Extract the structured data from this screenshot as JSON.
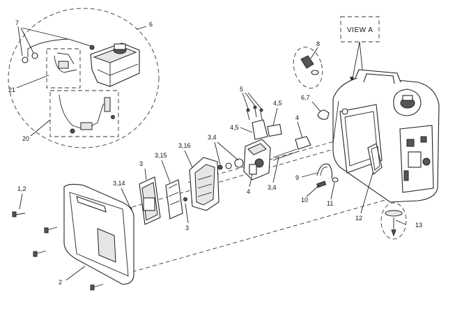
{
  "view_label": "VIEW A",
  "callouts": {
    "c1_2": "1,2",
    "c2": "2",
    "c3a": "3",
    "c3b": "3",
    "c3_14": "3,14",
    "c3_15": "3,15",
    "c3_16": "3,16",
    "c3_4a": "3,4",
    "c3_4b": "3,4",
    "c4a": "4",
    "c4b": "4",
    "c4_5a": "4,5",
    "c4_5b": "4,5",
    "c5": "5",
    "c6": "6",
    "c6_7": "6,7",
    "c7": "7",
    "c8": "8",
    "c9": "9",
    "c10": "10",
    "c11": "11",
    "c12": "12",
    "c13": "13",
    "c20": "20",
    "c21": "21"
  }
}
